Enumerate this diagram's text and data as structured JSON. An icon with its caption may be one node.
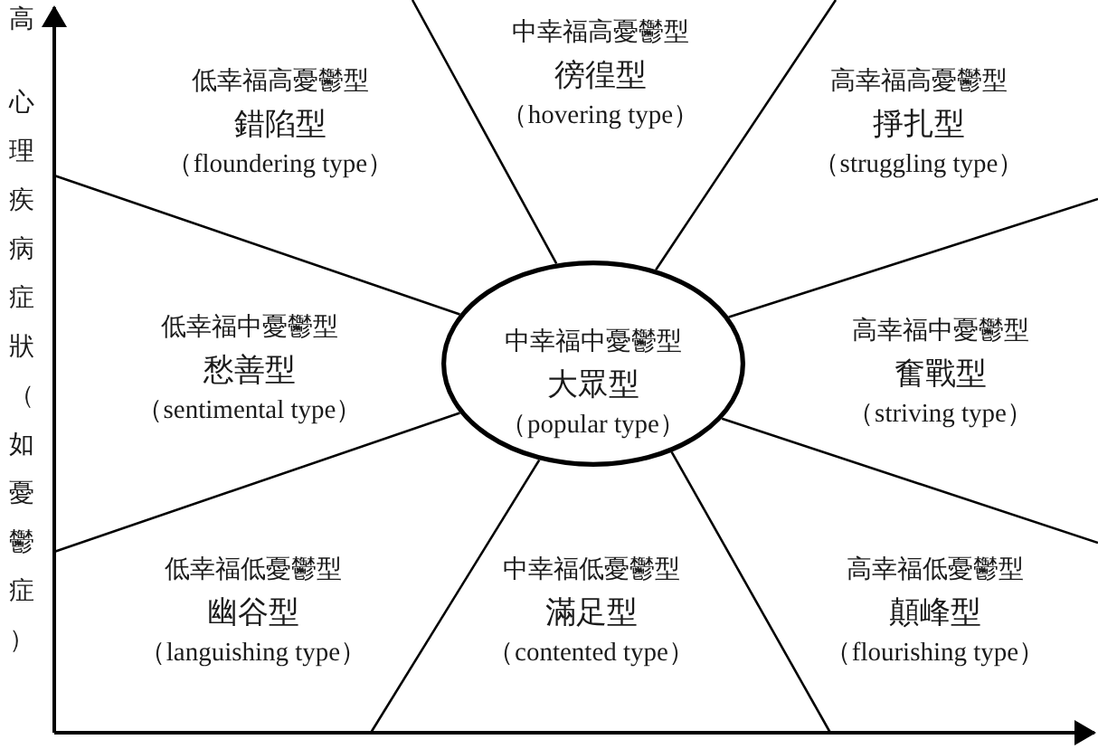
{
  "diagram": {
    "nodes": [
      {
        "text": [
          "低幸福高憂鬱型",
          "錯陷型",
          "（floundering type）"
        ]
      },
      {
        "text": [
          "中幸福高憂鬱型",
          "徬徨型",
          "（hovering type）"
        ]
      },
      {
        "text": [
          "高幸福高憂鬱型",
          "掙扎型",
          "（struggling type）"
        ]
      },
      {
        "text": [
          "低幸福中憂鬱型",
          "愁善型",
          "（sentimental type）"
        ]
      },
      {
        "text": [
          "中幸福中憂鬱型",
          "大眾型",
          "（popular type）"
        ]
      },
      {
        "text": [
          "高幸福中憂鬱型",
          "奮戰型",
          "（striving type）"
        ]
      },
      {
        "text": [
          "低幸福低憂鬱型",
          "幽谷型",
          "（languishing type）"
        ]
      },
      {
        "text": [
          "中幸福低憂鬱型",
          "滿足型",
          "（contented type）"
        ]
      },
      {
        "text": [
          "高幸福低憂鬱型",
          "顛峰型",
          "（flourishing type）"
        ]
      }
    ],
    "labels": [
      "高",
      "心理疾病症狀（如憂鬱症）"
    ]
  }
}
